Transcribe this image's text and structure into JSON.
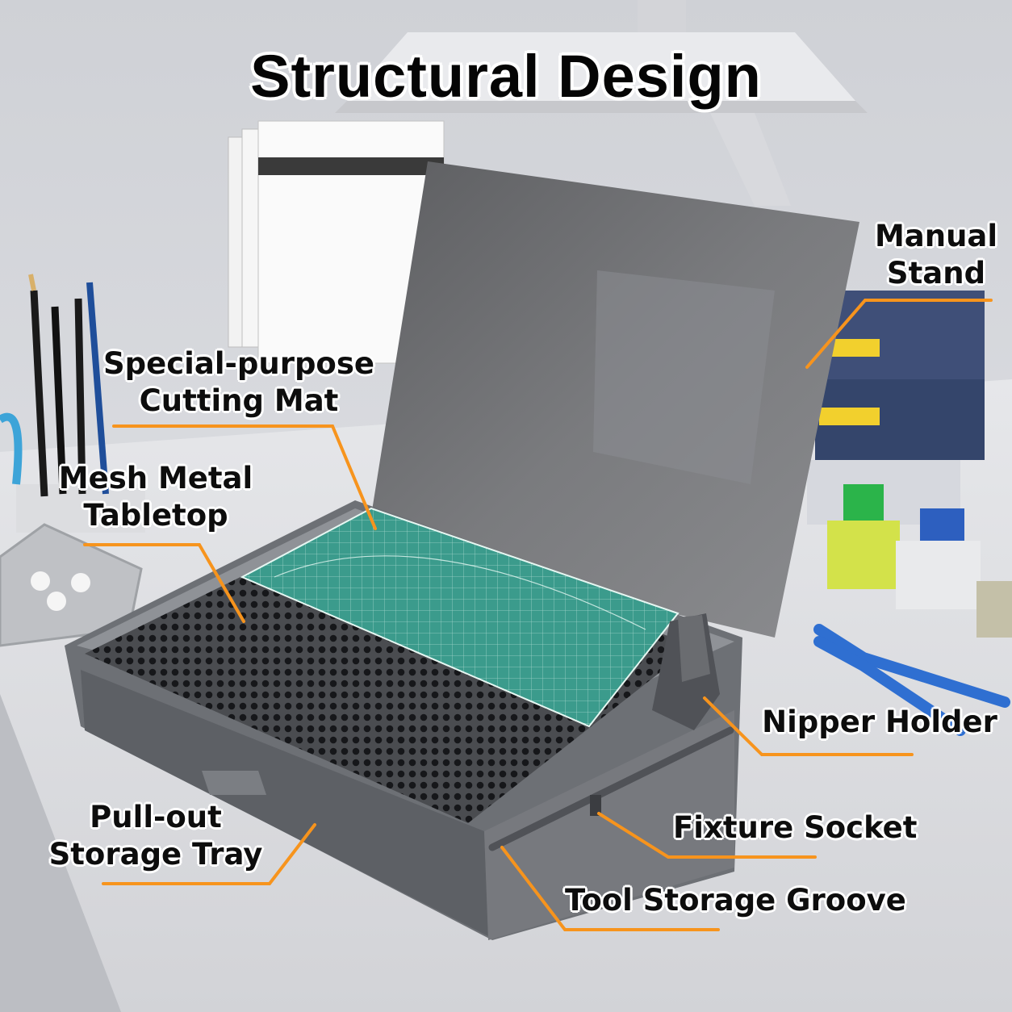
{
  "title": "Structural Design",
  "callouts": {
    "manual_stand": [
      "Manual",
      "Stand"
    ],
    "cutting_mat": [
      "Special-purpose",
      "Cutting Mat"
    ],
    "mesh_tabletop": [
      "Mesh Metal",
      "Tabletop"
    ],
    "nipper_holder": [
      "Nipper Holder"
    ],
    "storage_tray": [
      "Pull-out",
      "Storage Tray"
    ],
    "fixture_socket": [
      "Fixture Socket"
    ],
    "tool_groove": [
      "Tool Storage Groove"
    ]
  },
  "colors": {
    "leader_line": "#f7941d",
    "cutting_mat": "#3a9e8e",
    "tray_body": "#6b6e73",
    "stand_panel": "#6d6e70"
  }
}
